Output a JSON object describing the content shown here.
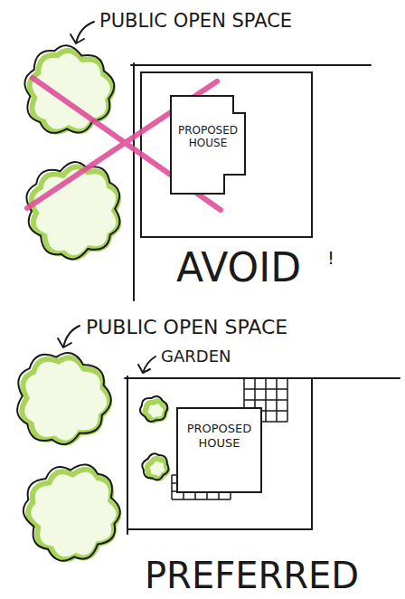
{
  "diagram": {
    "nodes": [
      {
        "text": [
          "PROPOSED HOUSE"
        ]
      },
      {
        "text": [
          "PROPOSED HOUSE"
        ]
      }
    ],
    "labels": [
      "PUBLIC OPEN SPACE",
      "AVOID",
      "!",
      "PUBLIC OPEN SPACE",
      "GARDEN",
      "PREFERRED"
    ]
  }
}
